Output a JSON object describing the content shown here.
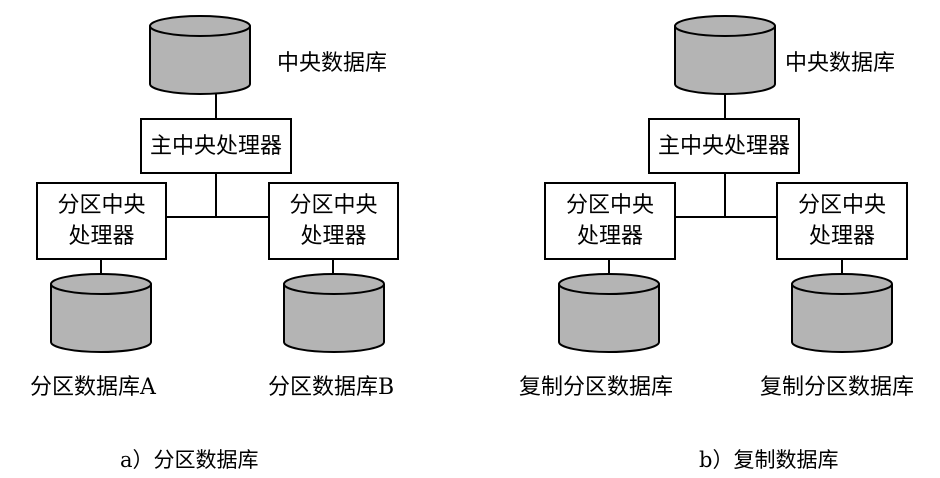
{
  "panel_a": {
    "central_db_label": "中央数据库",
    "main_cpu_label": "主中央处理器",
    "left_cpu": {
      "line1": "分区中央",
      "line2": "处理器"
    },
    "right_cpu": {
      "line1": "分区中央",
      "line2": "处理器"
    },
    "left_db_label": "分区数据库A",
    "right_db_label": "分区数据库B",
    "caption": "a）分区数据库"
  },
  "panel_b": {
    "central_db_label": "中央数据库",
    "main_cpu_label": "主中央处理器",
    "left_cpu": {
      "line1": "分区中央",
      "line2": "处理器"
    },
    "right_cpu": {
      "line1": "分区中央",
      "line2": "处理器"
    },
    "left_db_label": "复制分区数据库",
    "right_db_label": "复制分区数据库",
    "caption": "b）复制数据库"
  },
  "colors": {
    "cylinder_fill": "#b4b4b4",
    "stroke": "#000000",
    "background": "#ffffff"
  }
}
